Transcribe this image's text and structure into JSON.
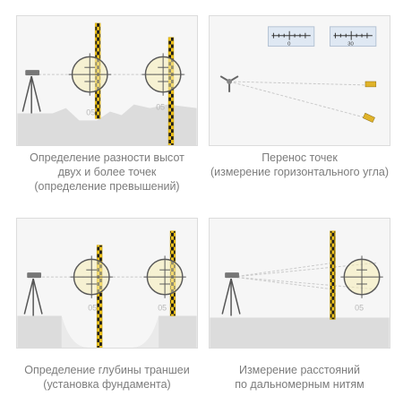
{
  "panels": [
    {
      "id": "height-difference",
      "caption_lines": [
        "Определение разности высот",
        "двух и более точек",
        "(определение превышений)"
      ],
      "staff_labels": [
        "05",
        "05"
      ]
    },
    {
      "id": "point-transfer",
      "caption_lines": [
        "Перенос точек",
        "(измерение горизонтального угла)"
      ],
      "scale_labels": [
        "0",
        "30"
      ]
    },
    {
      "id": "trench-depth",
      "caption_lines": [
        "Определение глубины траншеи",
        "(установка фундамента)"
      ],
      "staff_labels": [
        "05",
        "05"
      ]
    },
    {
      "id": "distance",
      "caption_lines": [
        "Измерение расстояний",
        "по дальномерным нитям"
      ],
      "staff_labels": [
        "05"
      ]
    }
  ],
  "colors": {
    "ground": "#dcdcdc",
    "staff_yellow": "#f2c41a",
    "staff_black": "#1e1e1e",
    "crosshair": "#5a5a5a",
    "caption": "#7c7c7c",
    "laser_line": "#c9c9c9"
  }
}
